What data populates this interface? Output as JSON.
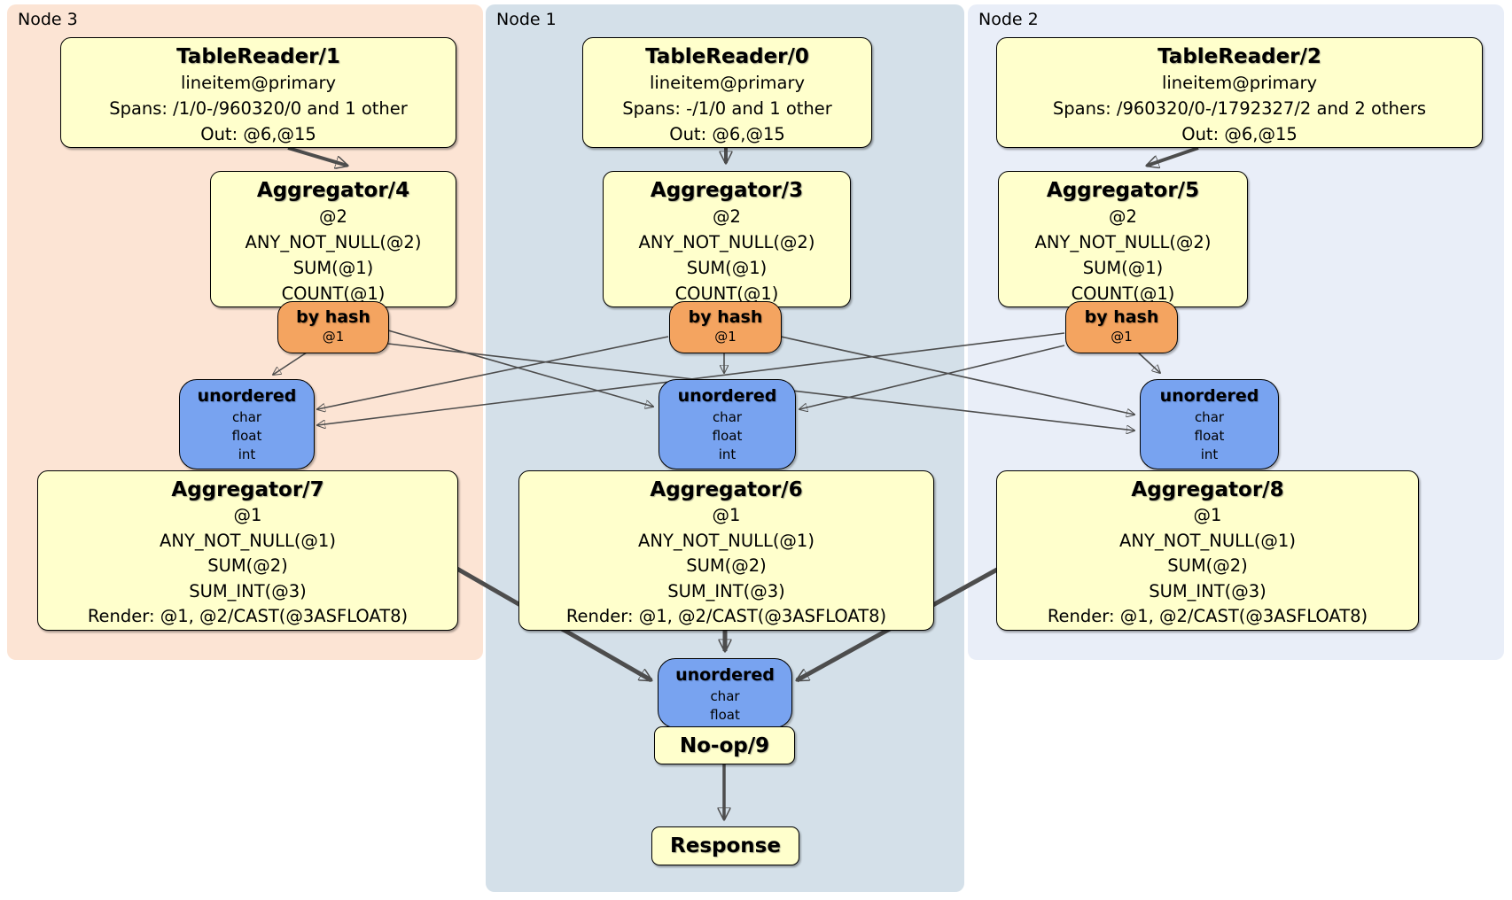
{
  "diagram": {
    "kind": "distributed-sql-plan"
  },
  "regions": [
    {
      "label": "Node 3"
    },
    {
      "label": "Node 1"
    },
    {
      "label": "Node 2"
    }
  ],
  "boxes": {
    "tr1": {
      "title": "TableReader/1",
      "lines": [
        "lineitem@primary",
        "Spans: /1/0-/960320/0 and 1 other",
        "Out: @6,@15"
      ]
    },
    "tr0": {
      "title": "TableReader/0",
      "lines": [
        "lineitem@primary",
        "Spans: -/1/0 and 1 other",
        "Out: @6,@15"
      ]
    },
    "tr2": {
      "title": "TableReader/2",
      "lines": [
        "lineitem@primary",
        "Spans: /960320/0-/1792327/2 and 2 others",
        "Out: @6,@15"
      ]
    },
    "agg4": {
      "title": "Aggregator/4",
      "lines": [
        "@2",
        "ANY_NOT_NULL(@2)",
        "SUM(@1)",
        "COUNT(@1)"
      ]
    },
    "agg3": {
      "title": "Aggregator/3",
      "lines": [
        "@2",
        "ANY_NOT_NULL(@2)",
        "SUM(@1)",
        "COUNT(@1)"
      ]
    },
    "agg5": {
      "title": "Aggregator/5",
      "lines": [
        "@2",
        "ANY_NOT_NULL(@2)",
        "SUM(@1)",
        "COUNT(@1)"
      ]
    },
    "agg7": {
      "title": "Aggregator/7",
      "lines": [
        "@1",
        "ANY_NOT_NULL(@1)",
        "SUM(@2)",
        "SUM_INT(@3)",
        "Render: @1, @2/CAST(@3ASFLOAT8)"
      ]
    },
    "agg6": {
      "title": "Aggregator/6",
      "lines": [
        "@1",
        "ANY_NOT_NULL(@1)",
        "SUM(@2)",
        "SUM_INT(@3)",
        "Render: @1, @2/CAST(@3ASFLOAT8)"
      ]
    },
    "agg8": {
      "title": "Aggregator/8",
      "lines": [
        "@1",
        "ANY_NOT_NULL(@1)",
        "SUM(@2)",
        "SUM_INT(@3)",
        "Render: @1, @2/CAST(@3ASFLOAT8)"
      ]
    },
    "noop": {
      "title": "No-op/9"
    },
    "response": {
      "title": "Response"
    }
  },
  "routers": [
    {
      "label": "by hash",
      "key": "@1"
    },
    {
      "label": "by hash",
      "key": "@1"
    },
    {
      "label": "by hash",
      "key": "@1"
    }
  ],
  "syncs": [
    {
      "label": "unordered",
      "types": [
        "char",
        "float",
        "int"
      ]
    },
    {
      "label": "unordered",
      "types": [
        "char",
        "float",
        "int"
      ]
    },
    {
      "label": "unordered",
      "types": [
        "char",
        "float",
        "int"
      ]
    }
  ],
  "final_sync": {
    "label": "unordered",
    "types": [
      "char",
      "float"
    ]
  },
  "colors": {
    "node3_bg": "#fce4d4",
    "node1_bg": "#d4e0e9",
    "node2_bg": "#e9eef8",
    "processor_bg": "#ffffcc",
    "router_bg": "#f4a460",
    "sync_bg": "#78a3f0",
    "edge": "#4d4d4d"
  }
}
